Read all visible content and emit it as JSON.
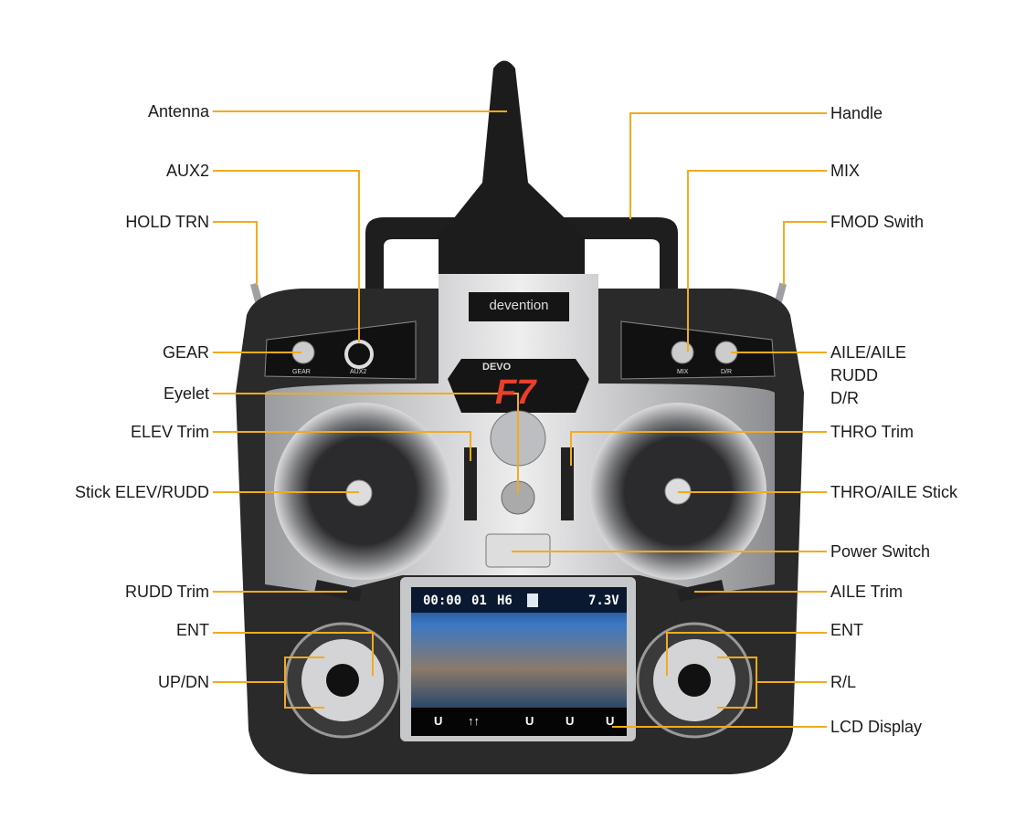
{
  "left_labels": [
    "Antenna",
    "AUX2",
    "HOLD TRN",
    "GEAR",
    "Eyelet",
    "ELEV Trim",
    "Stick ELEV/RUDD",
    "RUDD Trim",
    "ENT",
    "UP/DN"
  ],
  "right_labels": [
    "Handle",
    "MIX",
    "FMOD Swith",
    "AILE/AILE",
    "RUDD",
    "D/R",
    "THRO Trim",
    "THRO/AILE Stick",
    "Power Switch",
    "AILE Trim",
    "ENT",
    "R/L",
    "LCD Display"
  ],
  "device": {
    "brand": "devention",
    "model_prefix": "DEVO",
    "model": "F7",
    "panel_labels": {
      "gear": "GEAR",
      "aux2": "AUX2",
      "mix": "MIX",
      "dr": "D/R"
    }
  },
  "lcd": {
    "timer": "00:00",
    "model_no": "01",
    "mode": "H6",
    "voltage": "7.3V",
    "bottom_icons": [
      "U",
      "↑↑",
      "U",
      "U",
      "U"
    ]
  },
  "colors": {
    "leader": "#f2ab1c",
    "body": "#2a2a2a",
    "silver": "#c8c9cb",
    "accent": "#e8402a"
  }
}
